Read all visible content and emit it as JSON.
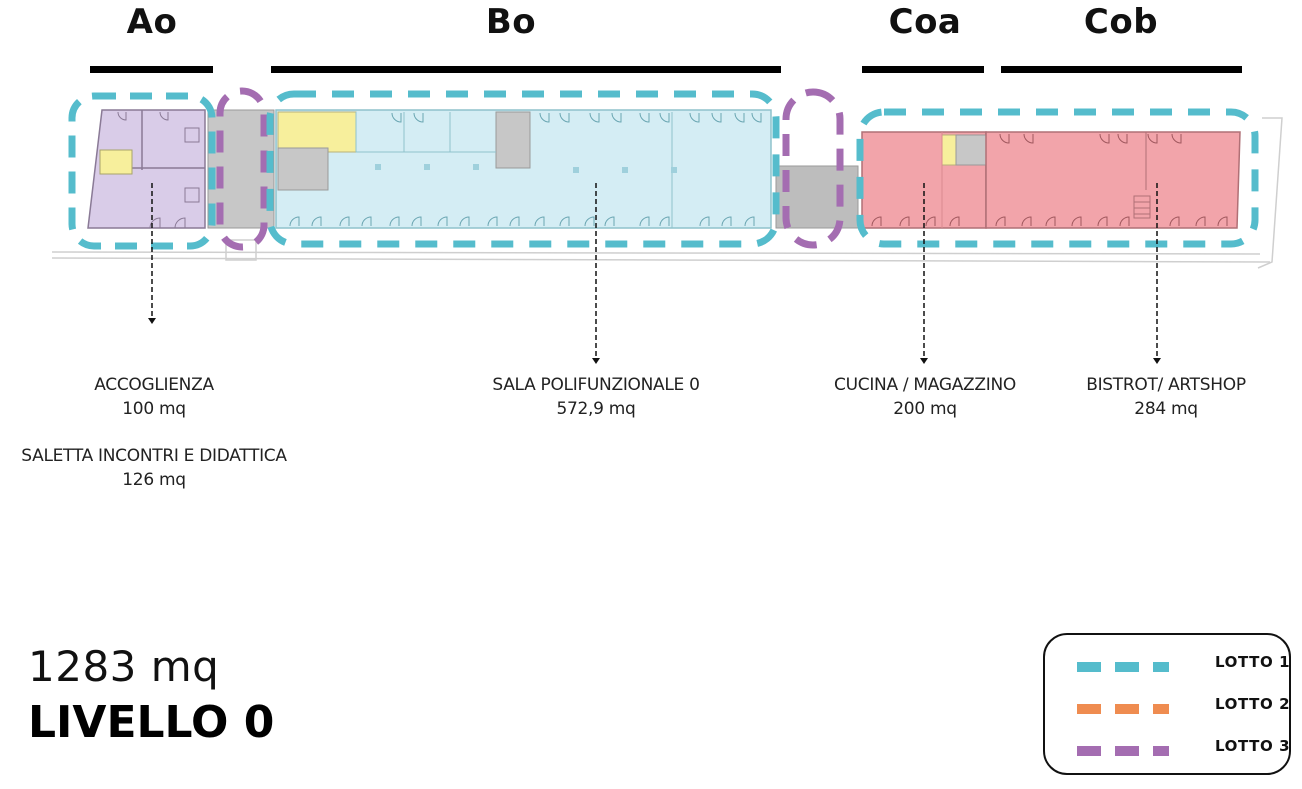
{
  "zones": [
    {
      "id": "Ao",
      "label": "Ao"
    },
    {
      "id": "Bo",
      "label": "Bo"
    },
    {
      "id": "Coa",
      "label": "Coa"
    },
    {
      "id": "Cob",
      "label": "Cob"
    }
  ],
  "rooms": [
    {
      "name": "ACCOGLIENZA",
      "area": "100 mq",
      "zone": "Ao",
      "color": "#d9cce8"
    },
    {
      "name": "SALETTA INCONTRI E DIDATTICA",
      "area": "126 mq",
      "zone": "Ao"
    },
    {
      "name": "SALA POLIFUNZIONALE 0",
      "area": "572,9 mq",
      "zone": "Bo",
      "color": "#d4edf4"
    },
    {
      "name": "CUCINA / MAGAZZINO",
      "area": "200 mq",
      "zone": "Coa",
      "color": "#f2a4aa"
    },
    {
      "name": "BISTROT/ ARTSHOP",
      "area": "284 mq",
      "zone": "Cob",
      "color": "#f2a4aa"
    }
  ],
  "summary": {
    "total_area": "1283 mq",
    "level": "LIVELLO 0"
  },
  "legend": [
    {
      "label": "LOTTO 1",
      "color": "#55bccc"
    },
    {
      "label": "LOTTO 2",
      "color": "#ef8c50"
    },
    {
      "label": "LOTTO 3",
      "color": "#a46db1"
    }
  ],
  "plan_colors": {
    "service": "#f7ef9c",
    "stairs_corridor": "#c7c7c7",
    "wall": "#9a9a9a"
  }
}
